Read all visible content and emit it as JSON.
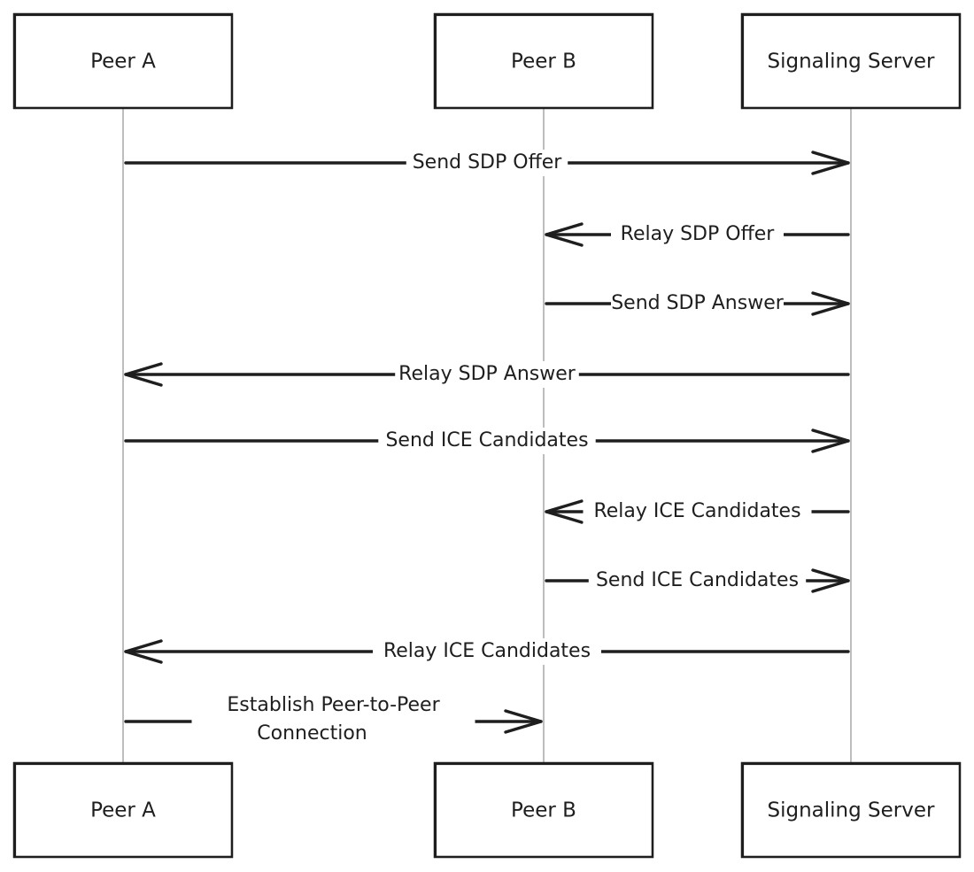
{
  "participants": [
    {
      "id": "peer-a",
      "label": "Peer A"
    },
    {
      "id": "peer-b",
      "label": "Peer B"
    },
    {
      "id": "signaling-server",
      "label": "Signaling Server"
    }
  ],
  "messages": [
    {
      "from": "peer-a",
      "to": "signaling-server",
      "label": "Send SDP Offer"
    },
    {
      "from": "signaling-server",
      "to": "peer-b",
      "label": "Relay SDP Offer"
    },
    {
      "from": "peer-b",
      "to": "signaling-server",
      "label": "Send SDP Answer"
    },
    {
      "from": "signaling-server",
      "to": "peer-a",
      "label": "Relay SDP Answer"
    },
    {
      "from": "peer-a",
      "to": "signaling-server",
      "label": "Send ICE Candidates"
    },
    {
      "from": "signaling-server",
      "to": "peer-b",
      "label": "Relay ICE Candidates"
    },
    {
      "from": "peer-b",
      "to": "signaling-server",
      "label": "Send ICE Candidates"
    },
    {
      "from": "signaling-server",
      "to": "peer-a",
      "label": "Relay ICE Candidates"
    },
    {
      "from": "peer-a",
      "to": "peer-b",
      "label": "Establish Peer-to-Peer Connection",
      "label_lines": [
        "Establish Peer-to-Peer",
        "Connection"
      ]
    }
  ],
  "colors": {
    "stroke": "#1e1e1e",
    "lifeline": "#9a9a9a",
    "background": "#ffffff"
  }
}
